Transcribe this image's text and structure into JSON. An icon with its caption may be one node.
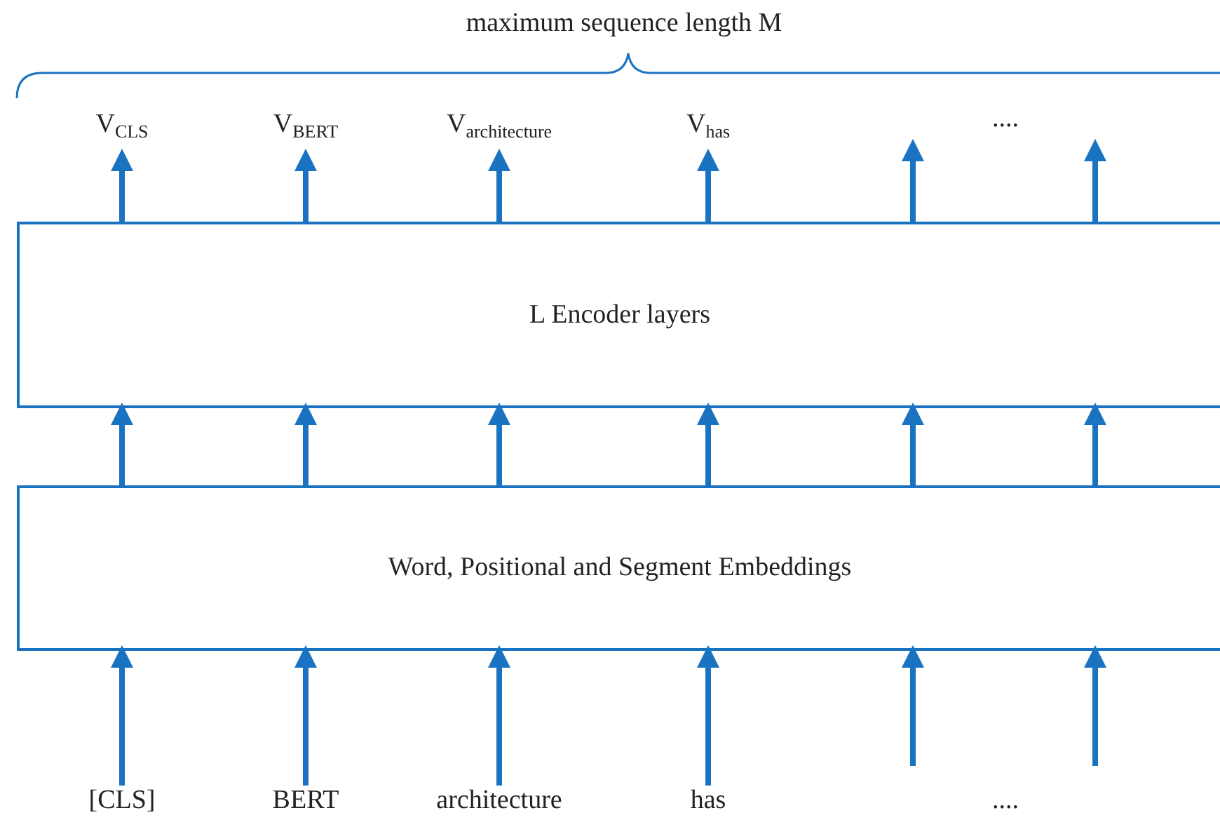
{
  "diagram": {
    "nodes": [
      {
        "text": [
          "V$_{CLS}$"
        ]
      },
      {
        "text": [
          "V$_{BERT}$"
        ]
      },
      {
        "text": [
          "V$_{architecture}$"
        ]
      },
      {
        "text": [
          "V$_{has}$"
        ]
      },
      {
        "text": [
          "L Encoder layers"
        ]
      },
      {
        "text": [
          "Word, Positional and Segment Embeddings"
        ]
      },
      {
        "text": [
          "[CLS]"
        ]
      },
      {
        "text": [
          "BERT"
        ]
      },
      {
        "text": [
          "architecture"
        ]
      },
      {
        "text": [
          "has"
        ]
      }
    ],
    "edges": [
      {
        "from": 6,
        "to": 5,
        "arrow": "to"
      },
      {
        "from": 7,
        "to": 5,
        "arrow": "to"
      },
      {
        "from": 8,
        "to": 5,
        "arrow": "to"
      },
      {
        "from": 9,
        "to": 5,
        "arrow": "to"
      },
      {
        "from": null,
        "to": 5,
        "arrow": "to"
      },
      {
        "from": null,
        "to": 5,
        "arrow": "to"
      },
      {
        "from": 5,
        "to": 4,
        "arrow": "to"
      },
      {
        "from": 5,
        "to": 4,
        "arrow": "to"
      },
      {
        "from": 5,
        "to": 4,
        "arrow": "to"
      },
      {
        "from": 5,
        "to": 4,
        "arrow": "to"
      },
      {
        "from": 5,
        "to": 4,
        "arrow": "to"
      },
      {
        "from": 5,
        "to": 4,
        "arrow": "to"
      },
      {
        "from": 4,
        "to": 0,
        "arrow": "to"
      },
      {
        "from": 4,
        "to": 1,
        "arrow": "to"
      },
      {
        "from": 4,
        "to": 2,
        "arrow": "to"
      },
      {
        "from": 4,
        "to": 3,
        "arrow": "to"
      },
      {
        "from": 4,
        "to": null,
        "arrow": "to"
      },
      {
        "from": 4,
        "to": null,
        "arrow": "to"
      }
    ],
    "labels": [
      "maximum sequence length M",
      "....",
      "...."
    ]
  }
}
